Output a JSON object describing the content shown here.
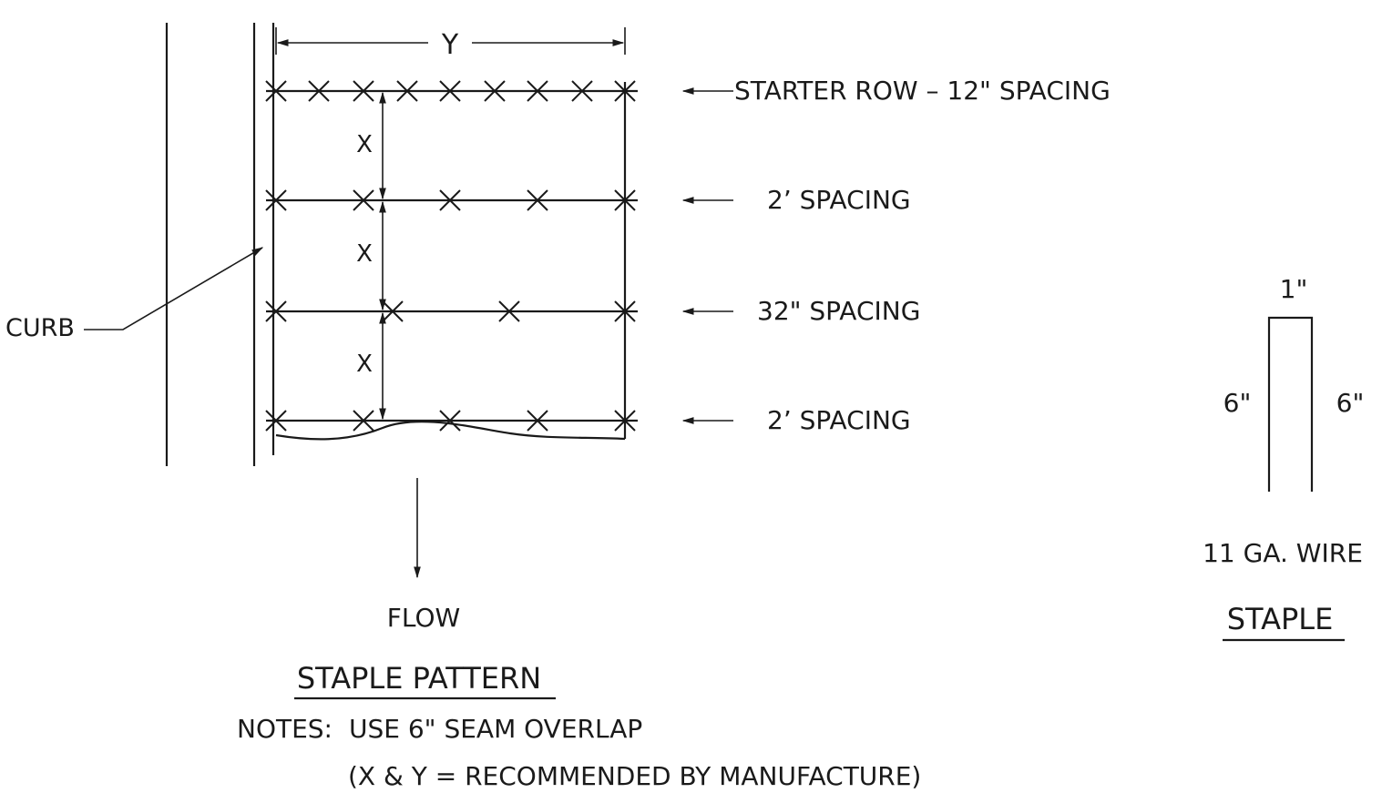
{
  "pattern": {
    "dim_top": "Y",
    "dim_side": "X",
    "rows": [
      {
        "label": "STARTER ROW – 12\" SPACING"
      },
      {
        "label": "2’ SPACING"
      },
      {
        "label": "32\" SPACING"
      },
      {
        "label": "2’ SPACING"
      }
    ],
    "curb_label": "CURB",
    "flow_label": "FLOW",
    "title": "STAPLE PATTERN"
  },
  "notes": {
    "prefix": "NOTES:",
    "line1": "USE 6\" SEAM OVERLAP",
    "line2": "(X & Y = RECOMMENDED BY MANUFACTURE)"
  },
  "staple": {
    "top_dim": "1\"",
    "left_dim": "6\"",
    "right_dim": "6\"",
    "wire_label": "11 GA. WIRE",
    "title": "STAPLE"
  }
}
